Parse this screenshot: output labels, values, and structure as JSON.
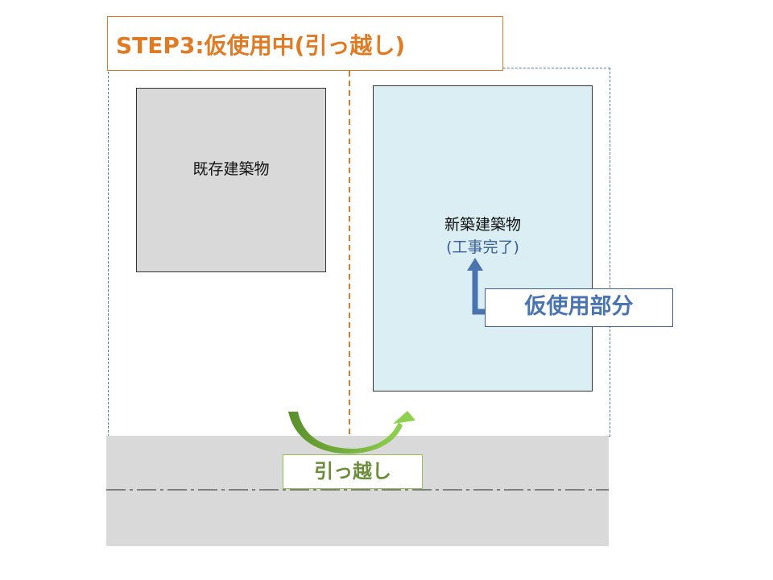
{
  "title": "STEP3:仮使用中(引っ越し)",
  "existing_building": "既存建築物",
  "new_building": {
    "name": "新築建築物",
    "status": "(工事完了)"
  },
  "temporary_use_label": "仮使用部分",
  "move_label": "引っ越し",
  "colors": {
    "orange": "#e07b24",
    "blue": "#4a74b0",
    "green": "#7ab648",
    "road": "#d9d9d9",
    "new_fill": "#daeef3"
  }
}
